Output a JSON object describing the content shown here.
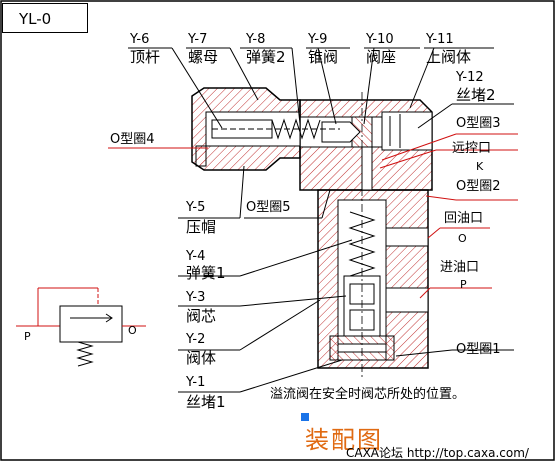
{
  "drawing_code": "YL-0",
  "labels": {
    "y6_code": "Y-6",
    "y6_name": "顶杆",
    "y7_code": "Y-7",
    "y7_name": "螺母",
    "y8_code": "Y-8",
    "y8_name": "弹簧2",
    "y9_code": "Y-9",
    "y9_name": "锥阀",
    "y10_code": "Y-10",
    "y10_name": "阀座",
    "y11_code": "Y-11",
    "y11_name": "上阀体",
    "y12_code": "Y-12",
    "y12_name": "丝堵2",
    "oring3": "O型圈3",
    "remote_port": "远控口",
    "remote_port_letter": "K",
    "oring4": "O型圈4",
    "oring2": "O型圈2",
    "y5_code": "Y-5",
    "y5_name": "压帽",
    "oring5": "O型圈5",
    "return_port": "回油口",
    "return_port_letter": "O",
    "y4_code": "Y-4",
    "y4_name": "弹簧1",
    "inlet_port": "进油口",
    "inlet_port_letter": "P",
    "y3_code": "Y-3",
    "y3_name": "阀芯",
    "y2_code": "Y-2",
    "y2_name": "阀体",
    "y1_code": "Y-1",
    "y1_name": "丝堵1",
    "oring1": "O型圈1",
    "symbol_p": "P",
    "symbol_o": "O"
  },
  "caption": "溢流阀在安全时阀芯所处的位置。",
  "title": "装配图",
  "footer": "CAXA论坛 http://top.caxa.com/",
  "colors": {
    "leader_red": "#d01010",
    "title_orange": "#e06a12",
    "hatch_red": "#c03030",
    "handle_blue": "#1a73e8"
  }
}
